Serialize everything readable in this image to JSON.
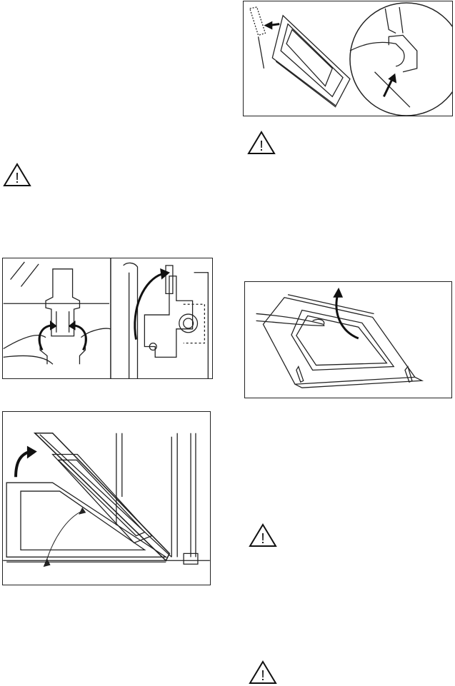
{
  "warning_icons": [
    {
      "name": "warning-icon-left",
      "glyph": "!"
    },
    {
      "name": "warning-icon-right-1",
      "glyph": "!"
    },
    {
      "name": "warning-icon-right-2",
      "glyph": "!"
    },
    {
      "name": "warning-icon-right-3",
      "glyph": "!"
    }
  ],
  "colors": {
    "line": "#1a1a1a",
    "arrow": "#111111",
    "background": "#ffffff"
  }
}
